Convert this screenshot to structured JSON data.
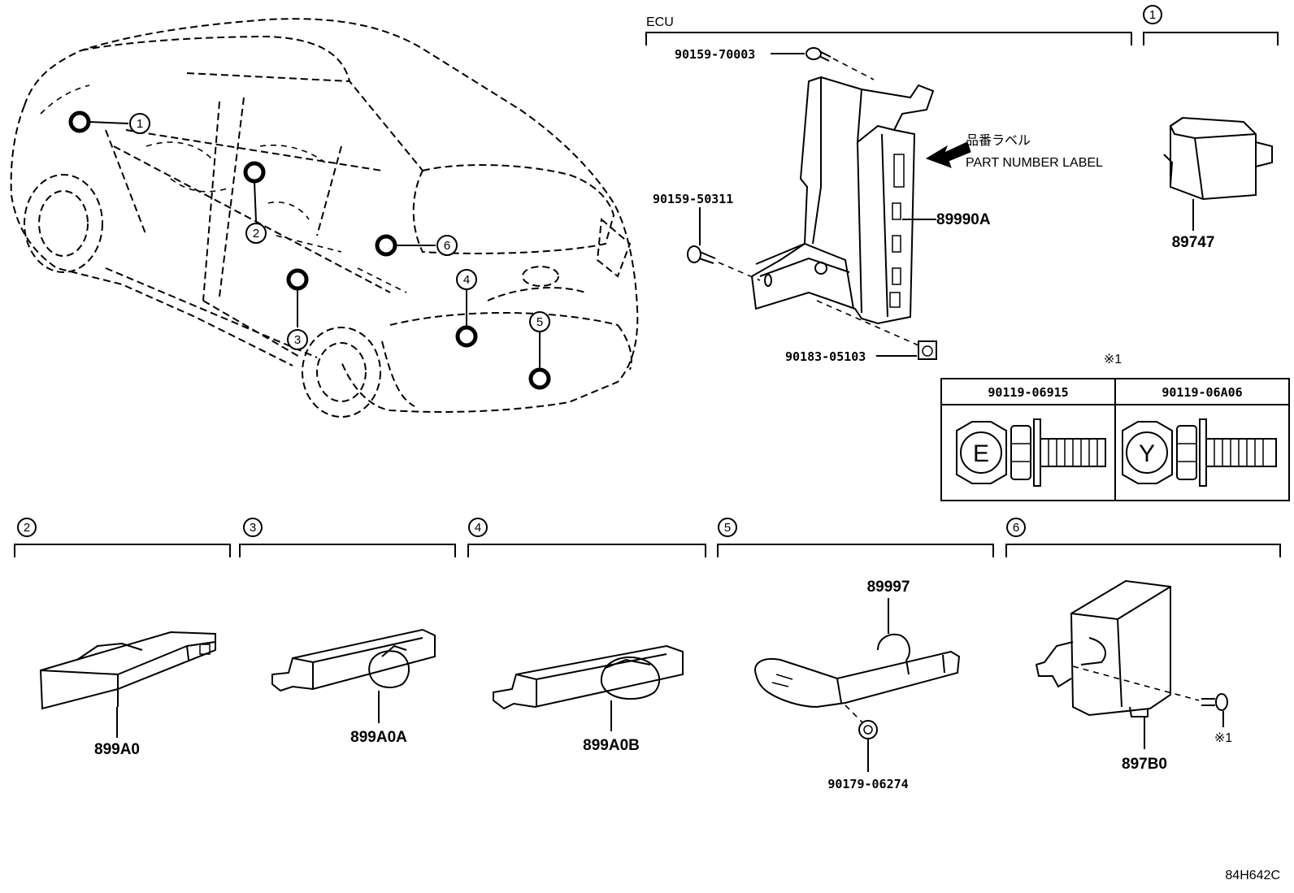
{
  "callouts": {
    "ecu_header": "ECU",
    "label_jp": "品番ラベル",
    "label_en": "PART NUMBER LABEL",
    "note_mark": "※1",
    "ref_code": "84H642C"
  },
  "section_numbers": [
    "1",
    "2",
    "3",
    "4",
    "5",
    "6"
  ],
  "vehicle_markers": [
    "1",
    "2",
    "3",
    "4",
    "5",
    "6"
  ],
  "parts": {
    "bolt_top": "90159-70003",
    "bolt_left": "90159-50311",
    "nut": "90183-05103",
    "ecu": "89990A",
    "sec1_part": "89747",
    "sec2_part": "899A0",
    "sec3_part": "899A0A",
    "sec4_part": "899A0B",
    "sec5_part": "89997",
    "sec5_nut": "90179-06274",
    "sec6_part": "897B0"
  },
  "bolt_table": {
    "columns": [
      {
        "part": "90119-06915",
        "head_mark": "E"
      },
      {
        "part": "90119-06A06",
        "head_mark": "Y"
      }
    ]
  }
}
